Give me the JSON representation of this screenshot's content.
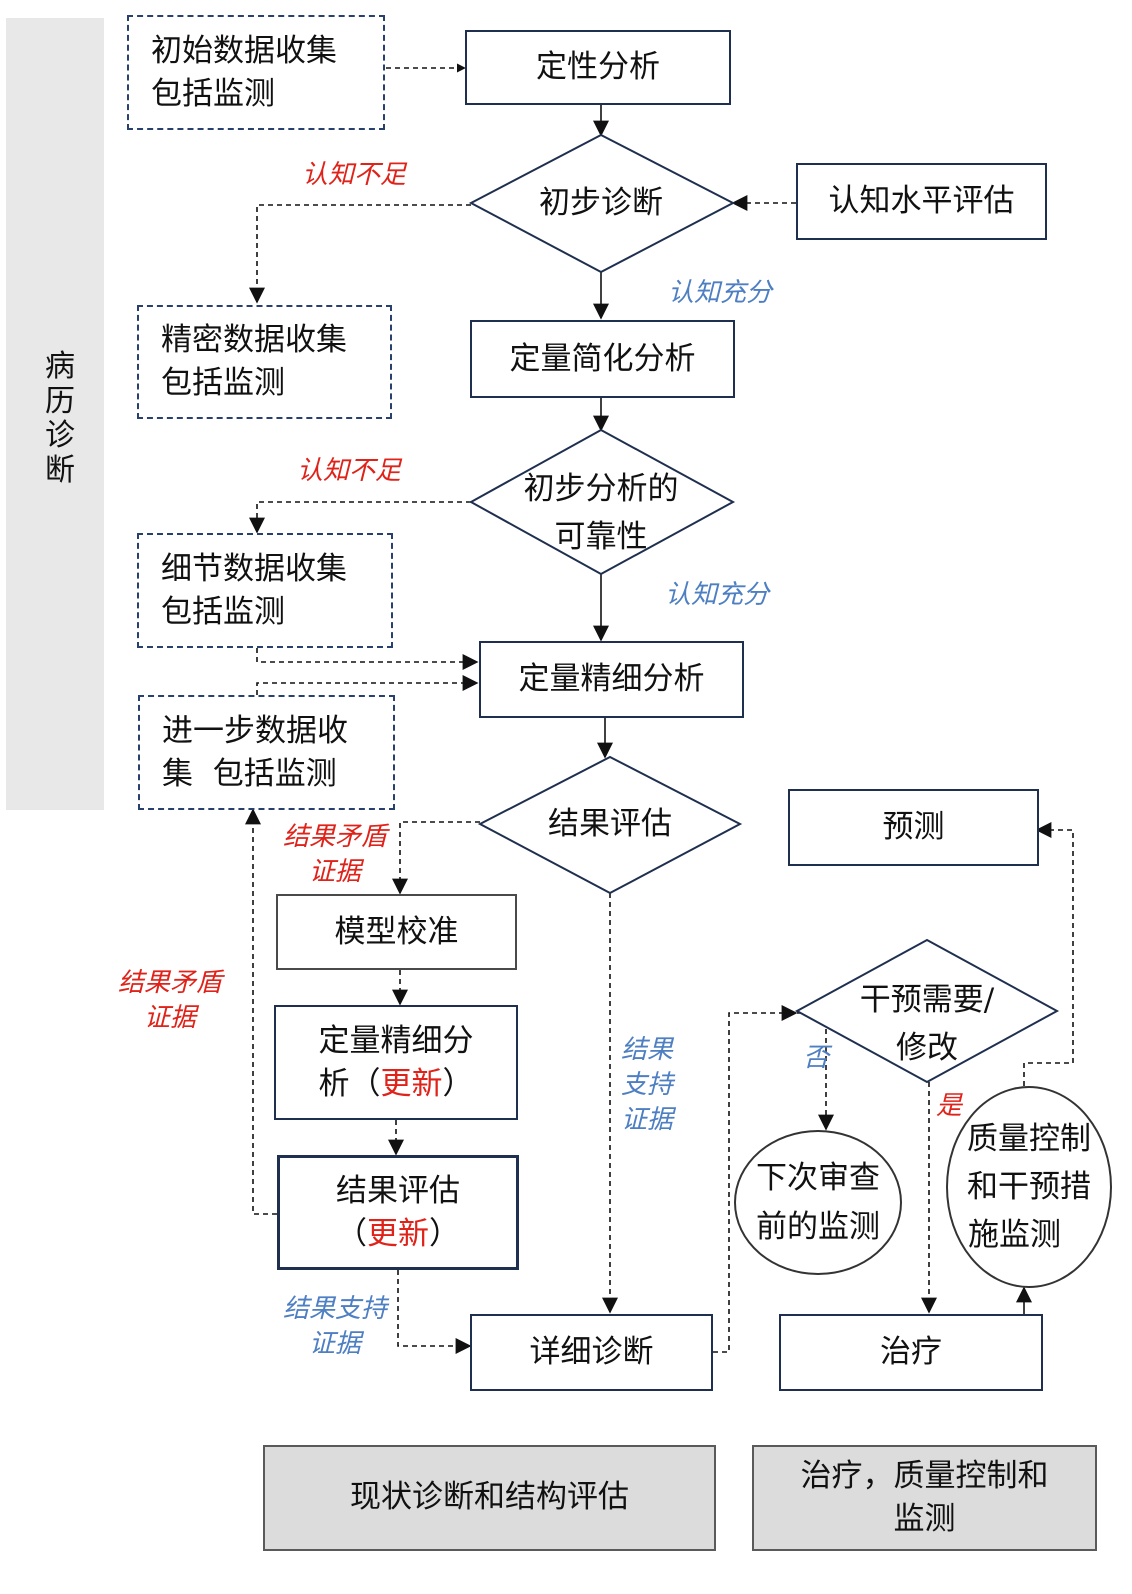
{
  "sidebar": {
    "title": "病\n历\n诊\n断"
  },
  "boxes": {
    "initial_collection": [
      "初始数据收集",
      "包括监测"
    ],
    "qualitative": "定性分析",
    "cognitive_eval": "认知水平评估",
    "precise_collection": [
      "精密数据收集",
      "包括监测"
    ],
    "quant_simplified": "定量简化分析",
    "detail_collection": [
      "细节数据收集",
      "包括监测"
    ],
    "quant_fine": "定量精细分析",
    "further_collection": [
      "进一步数据收",
      "集  包括监测"
    ],
    "prediction": "预测",
    "model_calibration": "模型校准",
    "quant_fine_updated": {
      "line1": "定量精细分",
      "line2_prefix": "析（",
      "line2_red": "更新",
      "line2_suffix": "）"
    },
    "result_eval_updated": {
      "line1": "结果评估",
      "line2_prefix": "（",
      "line2_red": "更新",
      "line2_suffix": "）"
    },
    "detailed_diagnosis": "详细诊断",
    "treatment": "治疗"
  },
  "diamonds": {
    "preliminary_diagnosis": "初步诊断",
    "reliability": [
      "初步分析的",
      "可靠性"
    ],
    "result_eval": "结果评估",
    "intervention_needed": [
      "干预需要/",
      "修改"
    ]
  },
  "circles": {
    "next_review": [
      "下次审查",
      "前的监测"
    ],
    "quality_control": [
      "质量控制",
      "和干预措",
      "施监测"
    ]
  },
  "labels": {
    "insufficient_1": "认知不足",
    "sufficient_1": "认知充分",
    "insufficient_2": "认知不足",
    "sufficient_2": "认知充分",
    "contradict_1": [
      "结果矛盾",
      "证据"
    ],
    "contradict_2": [
      "结果矛盾",
      "证据"
    ],
    "support_1": [
      "结果",
      "支持",
      "证据"
    ],
    "support_2": [
      "结果支持",
      "证据"
    ],
    "no": "否",
    "yes": "是"
  },
  "footer": {
    "left": "现状诊断和结构评估",
    "right": [
      "治疗，质量控制和",
      "监测"
    ]
  },
  "colors": {
    "red": "#e0231a",
    "blue": "#4d7fc2",
    "border": "#1f2f4f",
    "dashed": "#27406e"
  }
}
